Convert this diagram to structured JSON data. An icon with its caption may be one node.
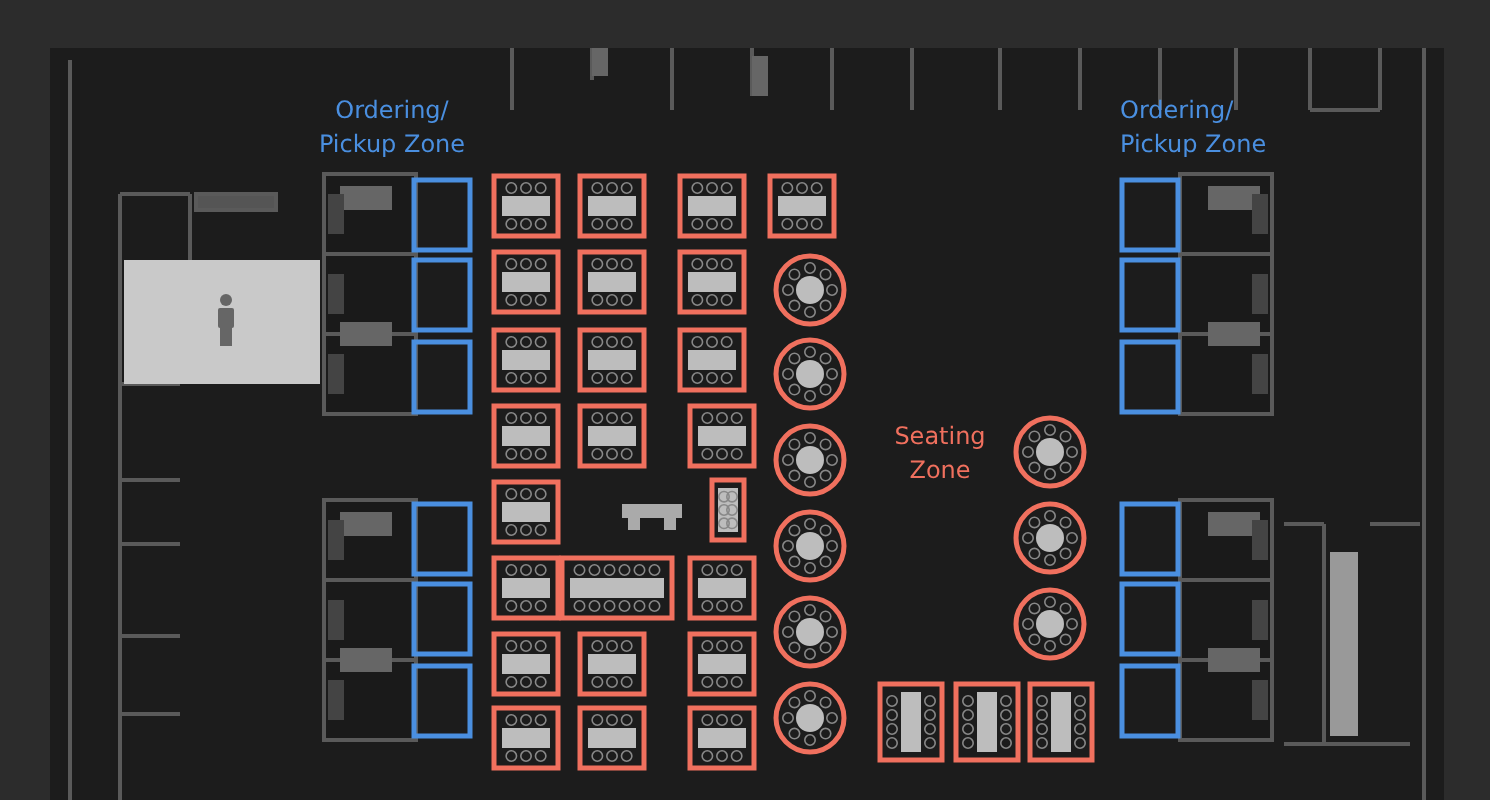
{
  "diagram": {
    "labels": [
      "Ordering/ Pickup Zone",
      "Ordering/ Pickup Zone",
      "Seating Zone"
    ]
  }
}
